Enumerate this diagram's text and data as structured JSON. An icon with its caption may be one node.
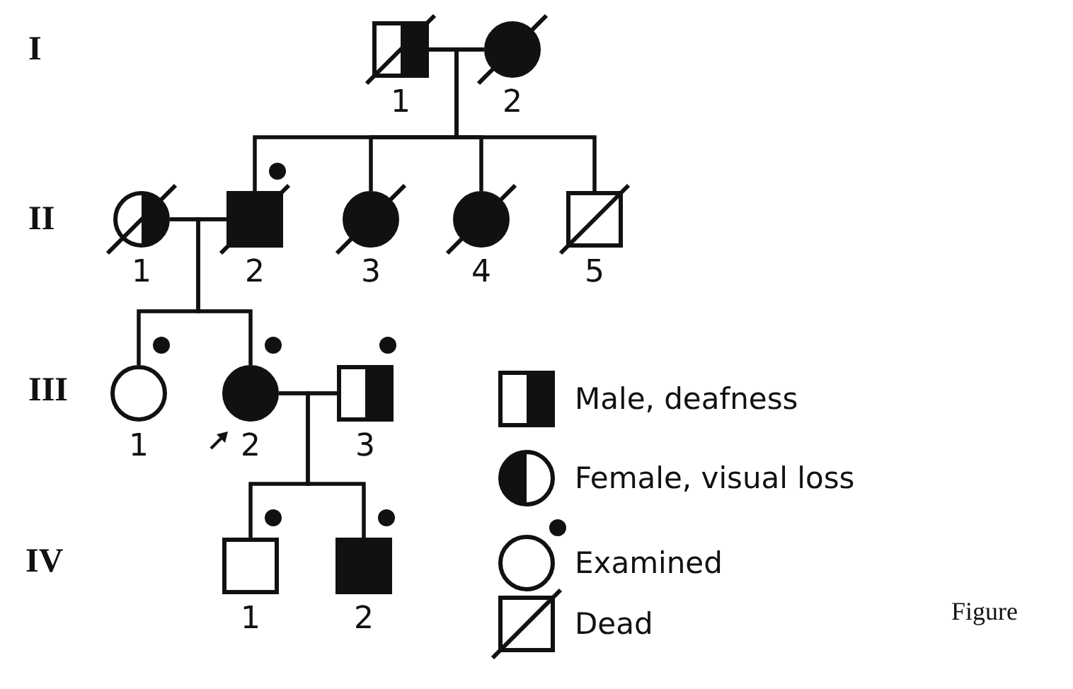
{
  "diagram": {
    "nodes": [
      {
        "text": [],
        "shape": "box",
        "beside": [
          "1"
        ]
      },
      {
        "text": [],
        "shape": "circle",
        "beside": [
          "2"
        ]
      },
      {
        "text": [],
        "shape": "circle",
        "beside": [
          "1"
        ]
      },
      {
        "text": [],
        "shape": "box",
        "beside": [
          "2"
        ]
      },
      {
        "text": [],
        "shape": "circle",
        "beside": [
          "3"
        ]
      },
      {
        "text": [],
        "shape": "circle",
        "beside": [
          "4"
        ]
      },
      {
        "text": [],
        "shape": "box",
        "beside": [
          "5"
        ]
      },
      {
        "text": [],
        "shape": "circle",
        "beside": [
          "1"
        ]
      },
      {
        "text": [],
        "shape": "circle",
        "beside": [
          "2"
        ]
      },
      {
        "text": [],
        "shape": "box",
        "beside": [
          "3"
        ]
      },
      {
        "text": [],
        "shape": "box",
        "beside": [
          "1"
        ]
      },
      {
        "text": [],
        "shape": "box",
        "beside": [
          "2"
        ]
      }
    ],
    "edges": [
      {
        "from": 0,
        "to": 1,
        "arrow": "none"
      },
      {
        "from": 0,
        "to": 3,
        "arrow": "none"
      },
      {
        "from": 1,
        "to": 3,
        "arrow": "none"
      },
      {
        "from": 0,
        "to": 4,
        "arrow": "none"
      },
      {
        "from": 1,
        "to": 4,
        "arrow": "none"
      },
      {
        "from": 0,
        "to": 5,
        "arrow": "none"
      },
      {
        "from": 1,
        "to": 5,
        "arrow": "none"
      },
      {
        "from": 0,
        "to": 6,
        "arrow": "none"
      },
      {
        "from": 1,
        "to": 6,
        "arrow": "none"
      },
      {
        "from": 2,
        "to": 3,
        "arrow": "none"
      },
      {
        "from": 2,
        "to": 7,
        "arrow": "none"
      },
      {
        "from": 3,
        "to": 7,
        "arrow": "none"
      },
      {
        "from": 2,
        "to": 8,
        "arrow": "none"
      },
      {
        "from": 3,
        "to": 8,
        "arrow": "none"
      },
      {
        "from": 8,
        "to": 9,
        "arrow": "none"
      },
      {
        "from": 8,
        "to": 10,
        "arrow": "none"
      },
      {
        "from": 9,
        "to": 10,
        "arrow": "none"
      },
      {
        "from": 8,
        "to": 11,
        "arrow": "none"
      },
      {
        "from": 9,
        "to": 11,
        "arrow": "none"
      }
    ],
    "labels": [
      "I",
      "II",
      "III",
      "IV",
      "Figure"
    ],
    "legend": [
      {
        "text": "Male, deafness"
      },
      {
        "text": "Female, visual loss"
      },
      {
        "text": "Examined"
      },
      {
        "text": "Dead"
      }
    ]
  }
}
